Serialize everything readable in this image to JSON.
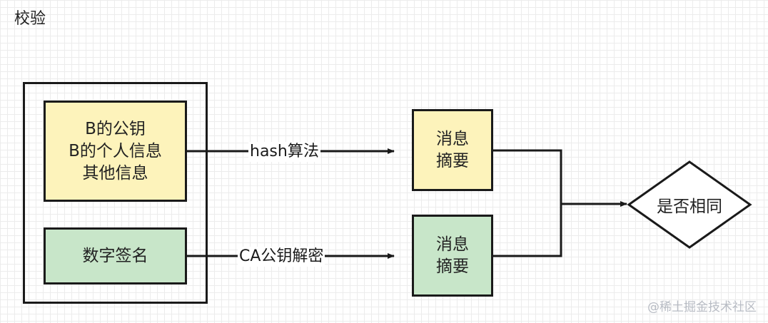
{
  "title": "校验",
  "left_group": {
    "info_box": {
      "lines": "B的公钥\nB的个人信息\n其他信息",
      "fill": "#fdf3bb"
    },
    "signature_box": {
      "label": "数字签名",
      "fill": "#c8e6c9"
    }
  },
  "arrows": {
    "top_label": "hash算法",
    "bottom_label": "CA公钥解密"
  },
  "digest_top": {
    "label": "消息\n摘要",
    "fill": "#fdf3bb"
  },
  "digest_bottom": {
    "label": "消息\n摘要",
    "fill": "#c8e6c9"
  },
  "decision": {
    "label": "是否相同"
  },
  "watermark": "@稀土掘金技术社区"
}
